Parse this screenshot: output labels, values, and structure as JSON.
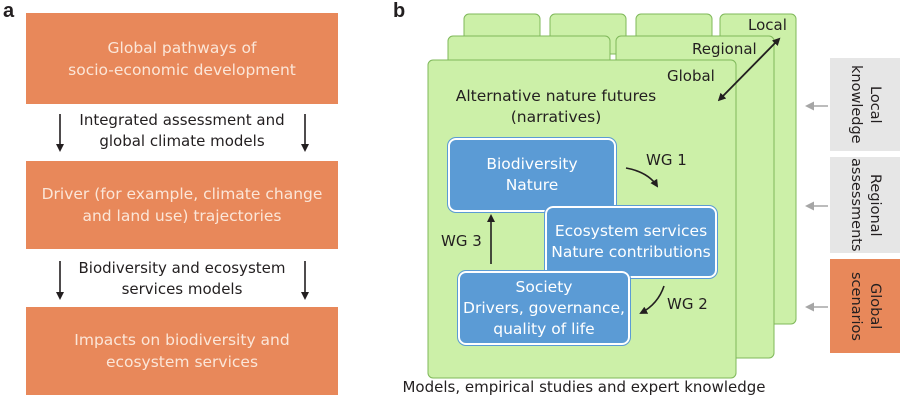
{
  "panel_a": {
    "letter": "a",
    "box1": "Global pathways of\nsocio-economic development",
    "arrow1_label": "Integrated assessment and\nglobal climate models",
    "box2": "Driver (for example, climate change\nand land use) trajectories",
    "arrow2_label": "Biodiversity and ecosystem\nservices models",
    "box3": "Impacts on biodiversity and\necosystem services"
  },
  "panel_b": {
    "letter": "b",
    "scale_local": "Local",
    "scale_regional": "Regional",
    "scale_global": "Global",
    "title": "Alternative nature futures\n(narratives)",
    "box_biodiversity": "Biodiversity\nNature",
    "box_ecosystem": "Ecosystem services\nNature contributions",
    "box_society": "Society\nDrivers, governance,\nquality of life",
    "wg1": "WG 1",
    "wg2": "WG 2",
    "wg3": "WG 3",
    "footer": "Models, empirical studies and expert knowledge"
  },
  "side_inputs": {
    "local": "Local\nknowledge",
    "regional": "Regional\nassessments",
    "global": "Global\nscenarios"
  },
  "colors": {
    "orange": "#e8885a",
    "green": "#ccf0a8",
    "blue": "#5b9bd5",
    "grey": "#e6e6e6"
  }
}
